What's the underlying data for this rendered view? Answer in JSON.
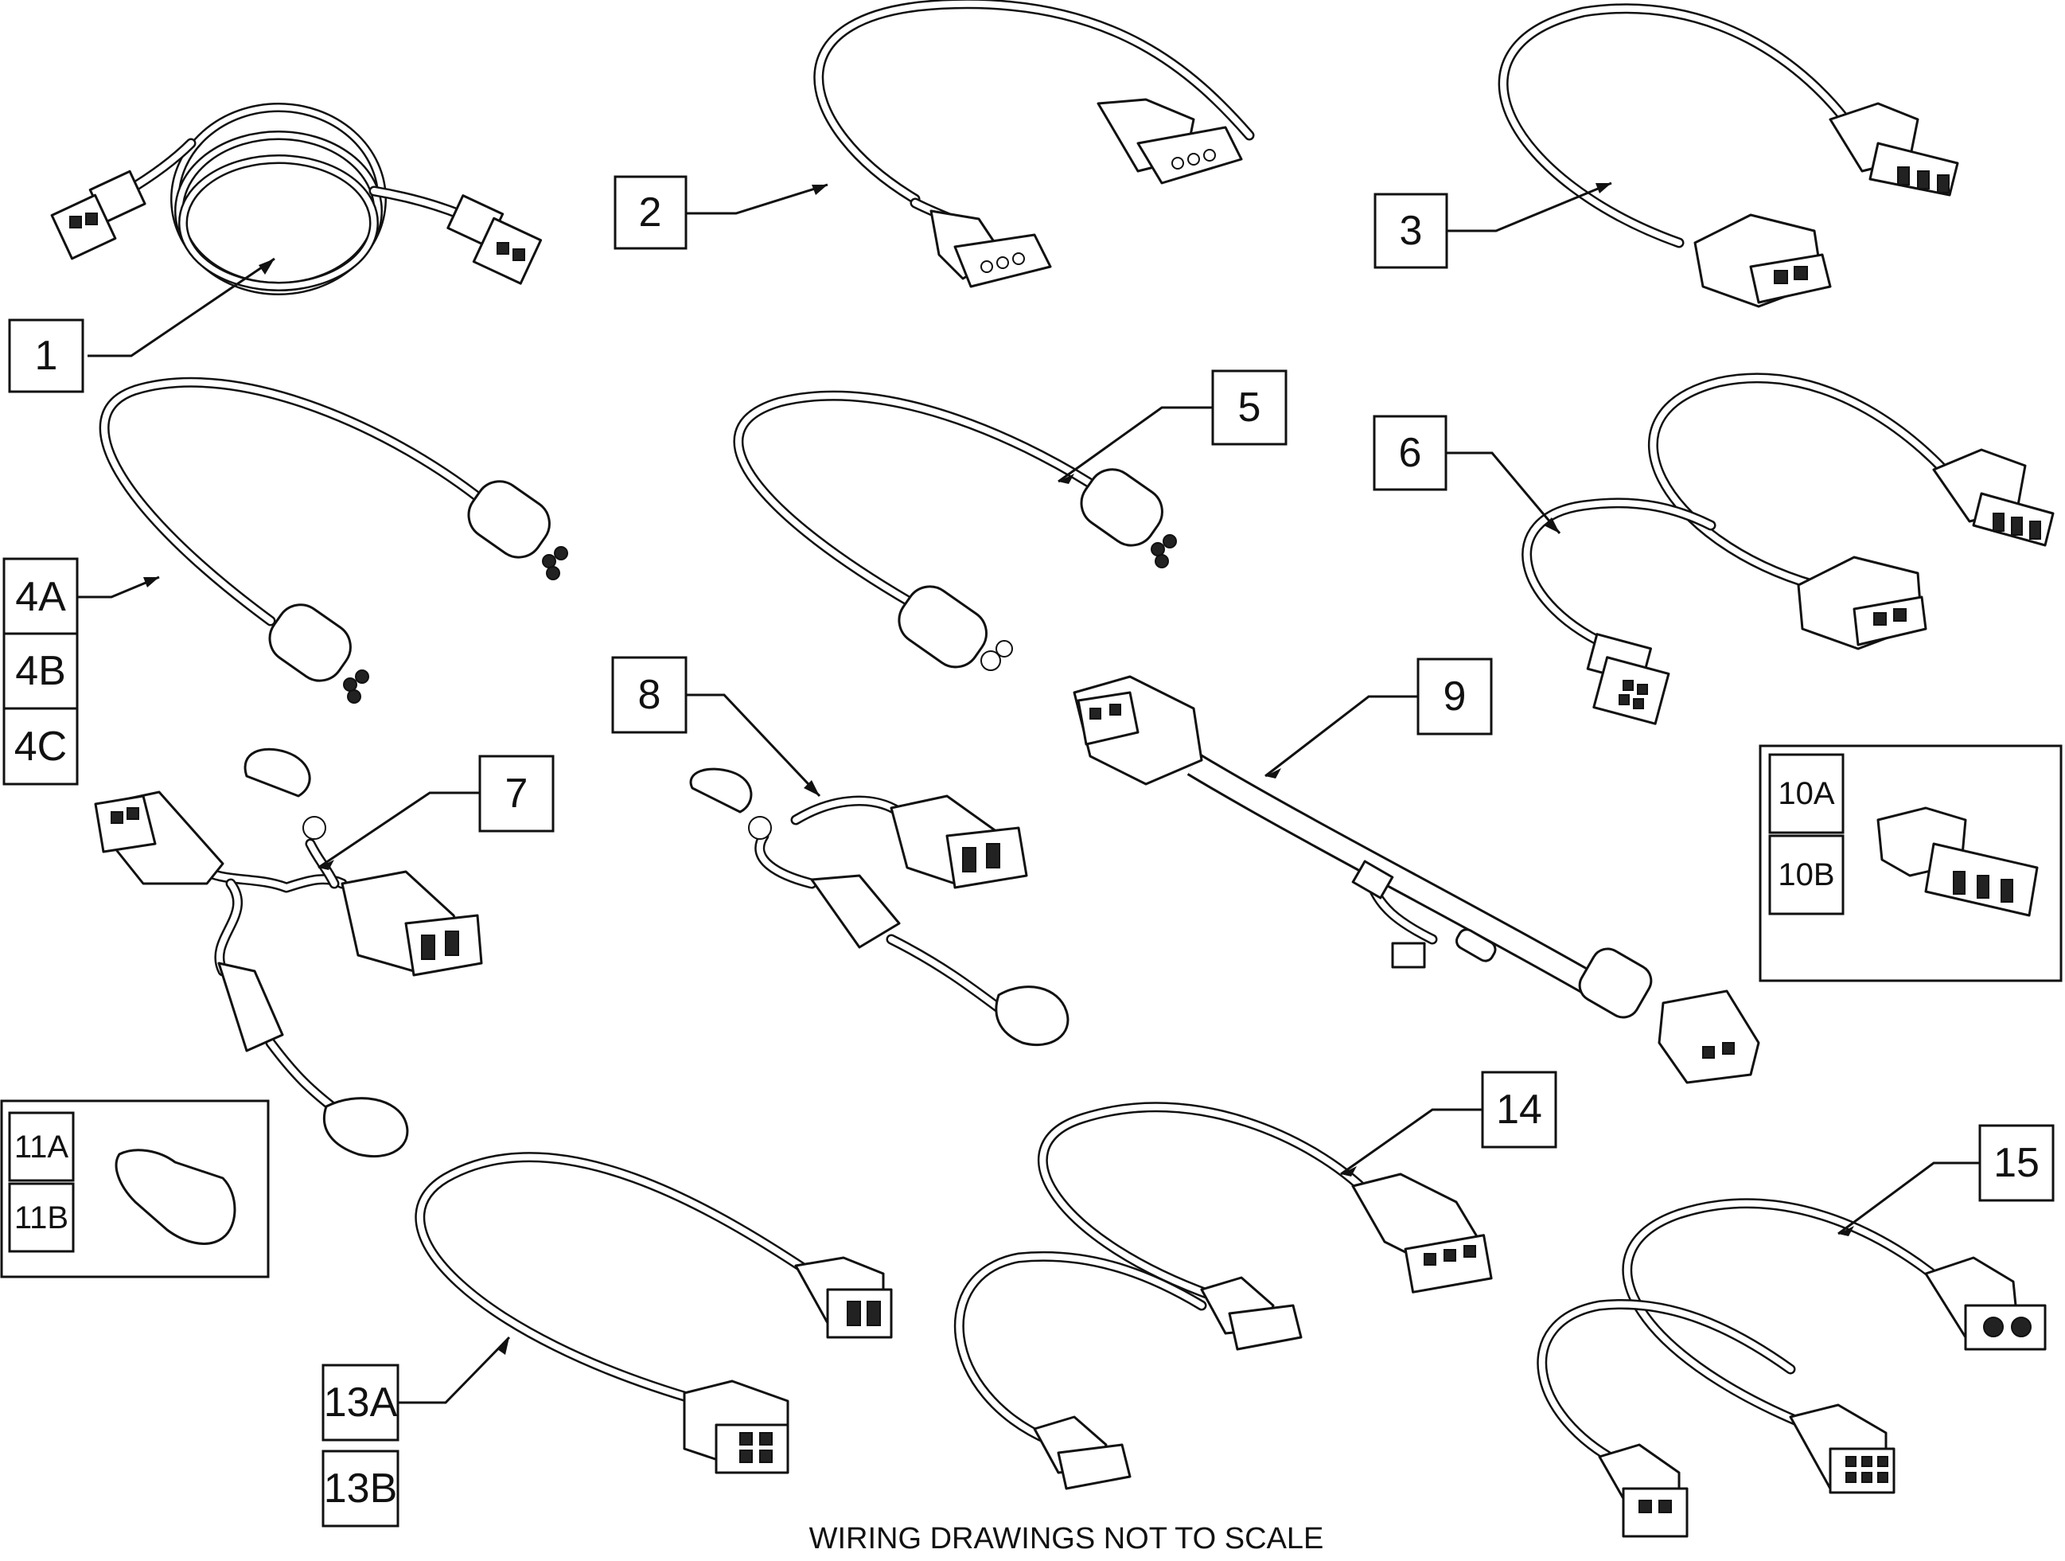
{
  "callouts": {
    "c1": "1",
    "c2": "2",
    "c3": "3",
    "c4a": "4A",
    "c4b": "4B",
    "c4c": "4C",
    "c5": "5",
    "c6": "6",
    "c7": "7",
    "c8": "8",
    "c9": "9",
    "c10a": "10A",
    "c10b": "10B",
    "c11a": "11A",
    "c11b": "11B",
    "c13a": "13A",
    "c13b": "13B",
    "c14": "14",
    "c15": "15"
  },
  "footer": {
    "note": "WIRING DRAWINGS NOT TO SCALE"
  }
}
